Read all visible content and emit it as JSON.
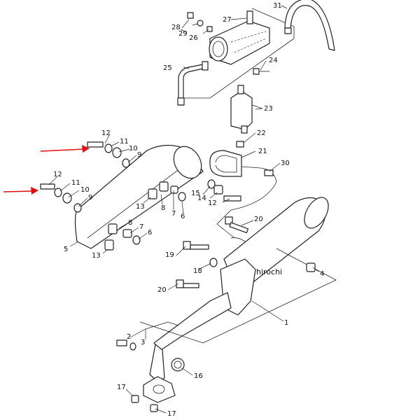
{
  "watermark": "hirochi",
  "callouts": [
    {
      "id": "c1",
      "label": "1"
    },
    {
      "id": "c2",
      "label": "2"
    },
    {
      "id": "c3",
      "label": "3"
    },
    {
      "id": "c4",
      "label": "4"
    },
    {
      "id": "c5",
      "label": "5"
    },
    {
      "id": "c6",
      "label": "6"
    },
    {
      "id": "c6b",
      "label": "6"
    },
    {
      "id": "c7",
      "label": "7"
    },
    {
      "id": "c7b",
      "label": "7"
    },
    {
      "id": "c8",
      "label": "8"
    },
    {
      "id": "c8b",
      "label": "8"
    },
    {
      "id": "c9a",
      "label": "9"
    },
    {
      "id": "c9b",
      "label": "9"
    },
    {
      "id": "c10a",
      "label": "10"
    },
    {
      "id": "c10b",
      "label": "10"
    },
    {
      "id": "c11a",
      "label": "11"
    },
    {
      "id": "c11b",
      "label": "11"
    },
    {
      "id": "c12a",
      "label": "12"
    },
    {
      "id": "c12b",
      "label": "12"
    },
    {
      "id": "c12c",
      "label": "12"
    },
    {
      "id": "c13a",
      "label": "13"
    },
    {
      "id": "c13b",
      "label": "13"
    },
    {
      "id": "c14",
      "label": "14"
    },
    {
      "id": "c15",
      "label": "15"
    },
    {
      "id": "c16",
      "label": "16"
    },
    {
      "id": "c17a",
      "label": "17"
    },
    {
      "id": "c17b",
      "label": "17"
    },
    {
      "id": "c18",
      "label": "18"
    },
    {
      "id": "c19",
      "label": "19"
    },
    {
      "id": "c20a",
      "label": "20"
    },
    {
      "id": "c20b",
      "label": "20"
    },
    {
      "id": "c21",
      "label": "21"
    },
    {
      "id": "c22",
      "label": "22"
    },
    {
      "id": "c23",
      "label": "23"
    },
    {
      "id": "c24",
      "label": "24"
    },
    {
      "id": "c25",
      "label": "25"
    },
    {
      "id": "c26",
      "label": "26"
    },
    {
      "id": "c27",
      "label": "27"
    },
    {
      "id": "c28",
      "label": "28"
    },
    {
      "id": "c29",
      "label": "29"
    },
    {
      "id": "c30",
      "label": "30"
    },
    {
      "id": "c31",
      "label": "31"
    }
  ],
  "pointer_arrows": [
    {
      "id": "arrow-top",
      "color": "#e01010"
    },
    {
      "id": "arrow-bottom",
      "color": "#e01010"
    }
  ]
}
